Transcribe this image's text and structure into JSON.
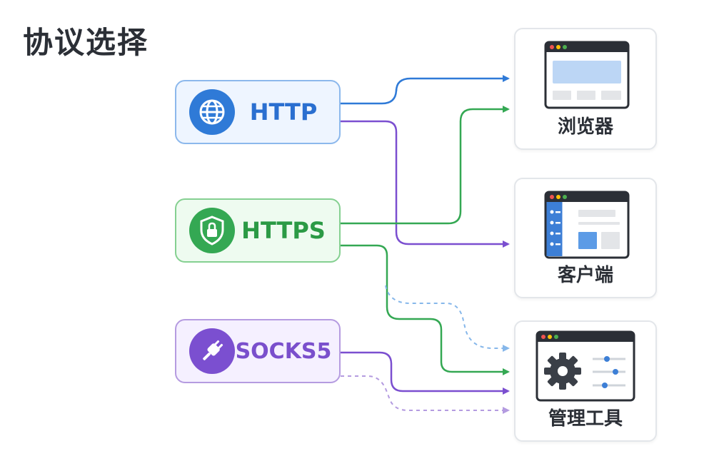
{
  "title": "协议选择",
  "protocols": [
    {
      "label": "HTTP",
      "icon": "globe-icon",
      "color": "#2f7ad7"
    },
    {
      "label": "HTTPS",
      "icon": "shield-lock-icon",
      "color": "#34a853"
    },
    {
      "label": "SOCKS5",
      "icon": "plug-icon",
      "color": "#7b4fd0"
    }
  ],
  "targets": [
    {
      "label": "浏览器",
      "icon": "browser-window-icon"
    },
    {
      "label": "客户端",
      "icon": "client-app-icon"
    },
    {
      "label": "管理工具",
      "icon": "settings-panel-icon"
    }
  ]
}
